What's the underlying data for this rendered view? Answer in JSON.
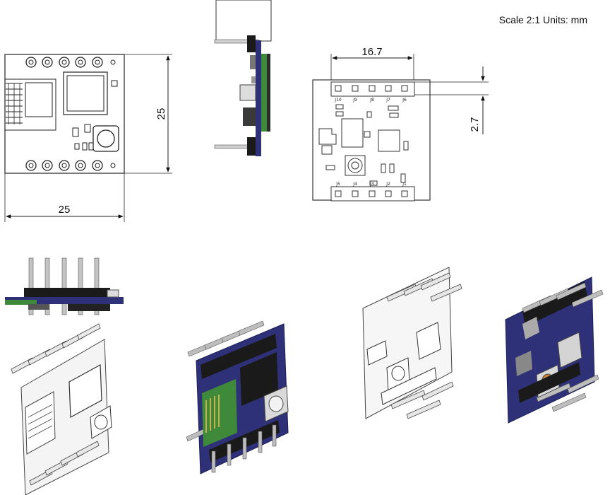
{
  "header": {
    "scale_note": "Scale 2:1 Units: mm"
  },
  "dimensions": {
    "top_width": "25",
    "top_height": "25",
    "connector_span": "16.7",
    "header_offset": "2.7"
  },
  "pin_labels": {
    "top_row": [
      "J10",
      "J9",
      "J8",
      "J7",
      "J6"
    ],
    "bottom_row": [
      "J5",
      "J4",
      "J3",
      "J2",
      "J1"
    ]
  },
  "colors": {
    "line": "#111111",
    "pcb_blue": "#2e3178",
    "pcb_green": "#3f8a3a",
    "header_black": "#1a1a1a",
    "pin_grey": "#b9b9b9",
    "antenna_gold": "#c7b24a"
  }
}
